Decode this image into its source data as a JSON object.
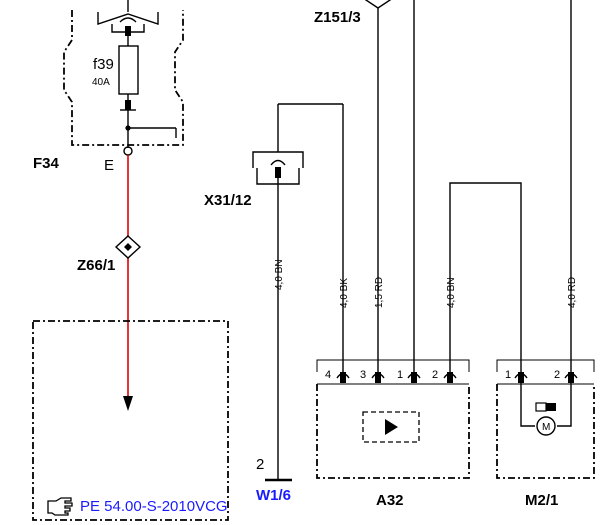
{
  "fuse": {
    "id": "f39",
    "rating": "40A",
    "connector": "F34",
    "terminal": "E"
  },
  "points": {
    "z151": "Z151/3",
    "z66": "Z66/1"
  },
  "connectors": {
    "x31": "X31/12",
    "w1": "W1/6",
    "w1_pin": "2"
  },
  "wires": {
    "w_bn1": "4,0 BN",
    "w_bk": "4,0 BK",
    "w_rd15": "1,5 RD",
    "w_bn2": "4,0 BN",
    "w_rd40": "4,0 RD"
  },
  "a32": {
    "label": "A32",
    "pins": [
      "4",
      "3",
      "1",
      "2"
    ]
  },
  "m21": {
    "label": "M2/1",
    "pins": [
      "1",
      "2"
    ],
    "motor_symbol": "M"
  },
  "reference": {
    "text": "PE 54.00-S-2010VCG",
    "icon": "pointing-hand-icon"
  },
  "colors": {
    "red_wire": "#e00000",
    "link": "#1a1aff"
  }
}
